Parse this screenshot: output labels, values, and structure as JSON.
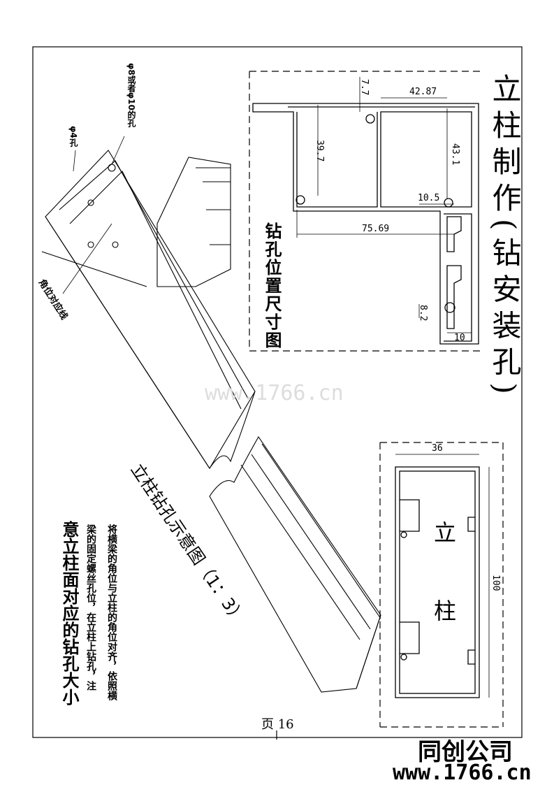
{
  "title": "立柱制作(钻安装孔)",
  "section_top_label": "钻孔位置尺寸图",
  "section_bottom_label": "立柱",
  "schematic_label": "立柱钻孔示意图（1：3）",
  "annotations": {
    "hole_large": "φ8或者φ10的孔",
    "hole_small": "φ4孔",
    "corner_line": "角位对应线"
  },
  "notes": [
    "将横梁的角位与立柱的角位对齐，依照横",
    "梁的固定螺丝孔位，在立柱上钻孔，注",
    "意立柱面对应的钻孔大小"
  ],
  "dimensions": {
    "d1": "7.7",
    "d2": "42.87",
    "d3": "39.7",
    "d4": "43.1",
    "d5": "10.5",
    "d6": "75.69",
    "d7": "8.2",
    "d8": "10",
    "d9": "36",
    "d10": "100"
  },
  "page_label": "页 16",
  "watermark": "www.1766.cn",
  "company": "同创公司",
  "company_url": "www.1766.cn"
}
